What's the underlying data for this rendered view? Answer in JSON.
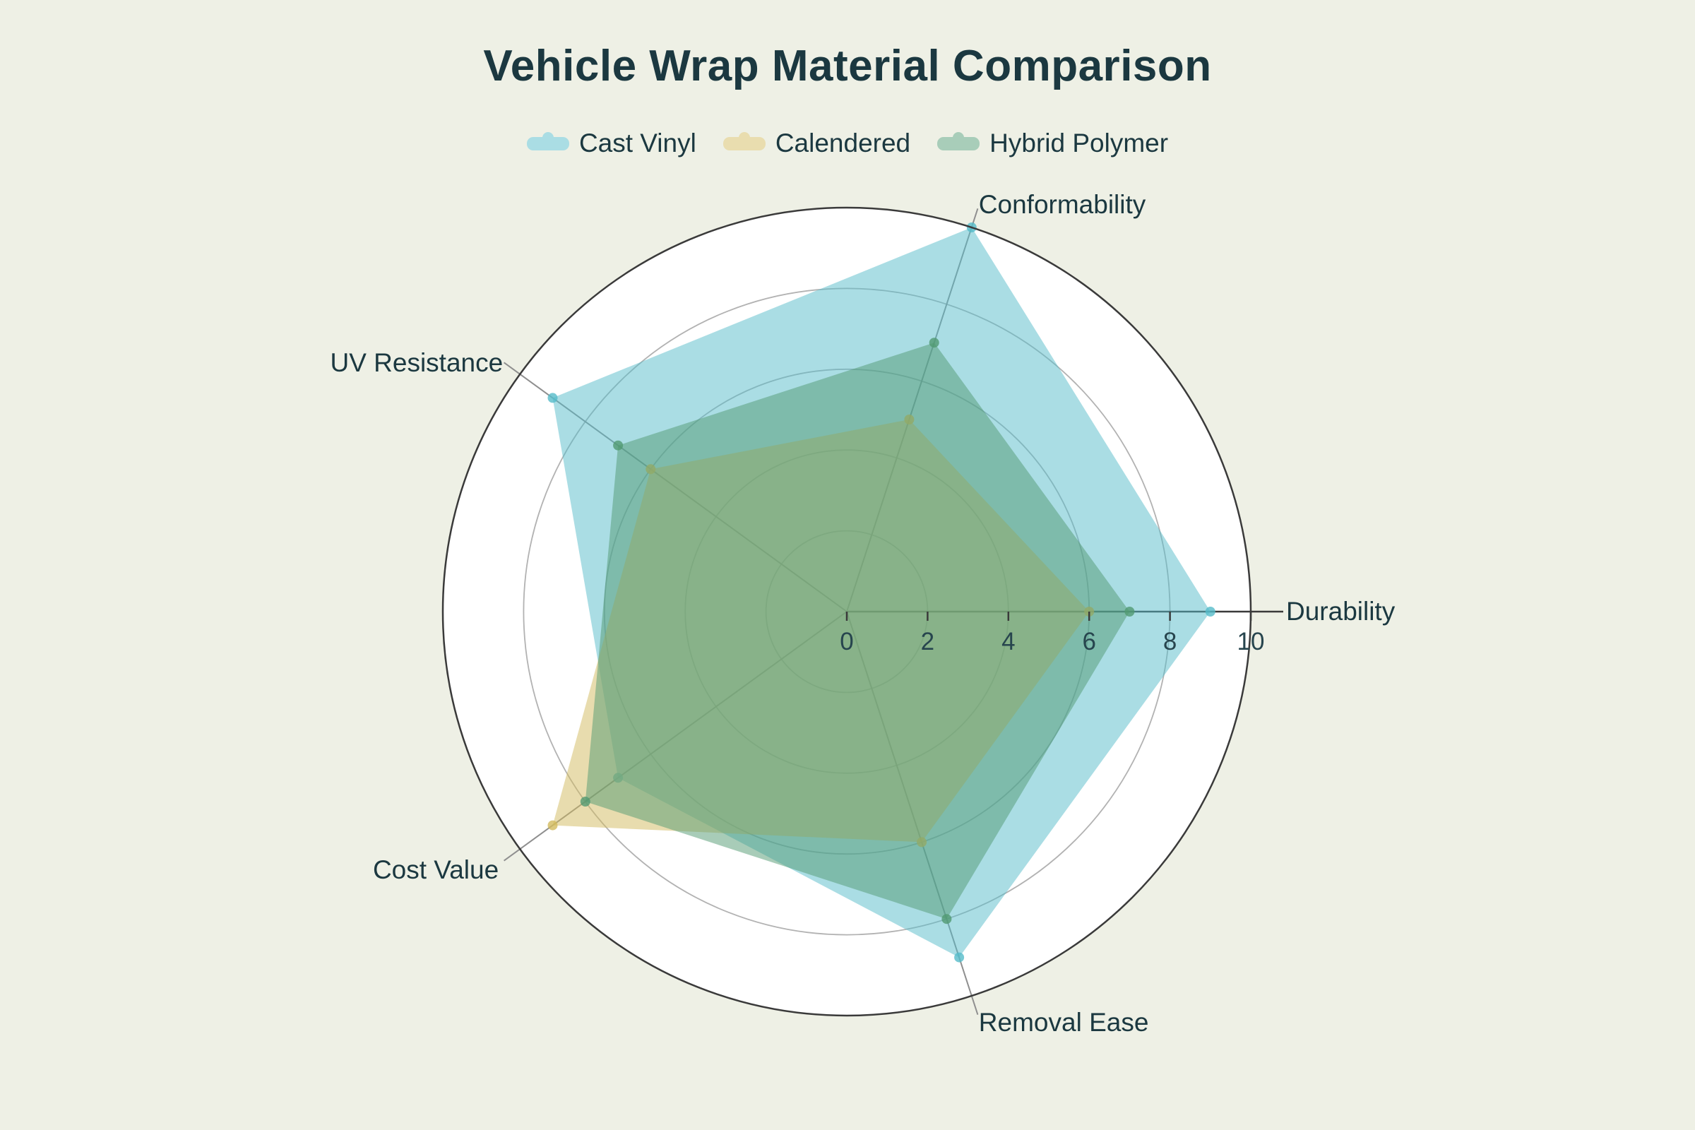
{
  "title": "Vehicle Wrap Material Comparison",
  "legend": {
    "items": [
      "Cast Vinyl",
      "Calendered",
      "Hybrid Polymer"
    ]
  },
  "colors": {
    "page_background": "#eef0e5",
    "plot_disc": "#ffffff",
    "grid_circle": "#b2b2b2",
    "outer_ring": "#3a3a3a",
    "spoke": "#8f8f8f",
    "radial_axis": "#3a3a3a",
    "title_text": "#1b3840",
    "label_text": "#1b3840",
    "tick_text": "#27454e"
  },
  "chart_data": {
    "type": "radar",
    "categories": [
      "Durability",
      "Conformability",
      "UV Resistance",
      "Cost Value",
      "Removal Ease"
    ],
    "series": [
      {
        "name": "Cast Vinyl",
        "color": "#55bbc9",
        "values": [
          9,
          10,
          9,
          7,
          9
        ]
      },
      {
        "name": "Calendered",
        "color": "#d2ba5e",
        "values": [
          6,
          5,
          6,
          9,
          6
        ]
      },
      {
        "name": "Hybrid Polymer",
        "color": "#519a72",
        "values": [
          7,
          7,
          7,
          8,
          8
        ]
      }
    ],
    "title": "Vehicle Wrap Material Comparison",
    "rlim": [
      0,
      10
    ],
    "radial_ticks": [
      0,
      2,
      4,
      6,
      8,
      10
    ],
    "grid_circle_values": [
      2,
      4,
      6,
      8
    ],
    "grid": true,
    "fill_opacity": 0.5,
    "legend_position": "top",
    "start_axis_angle_deg": 0,
    "direction": "counterclockwise"
  }
}
